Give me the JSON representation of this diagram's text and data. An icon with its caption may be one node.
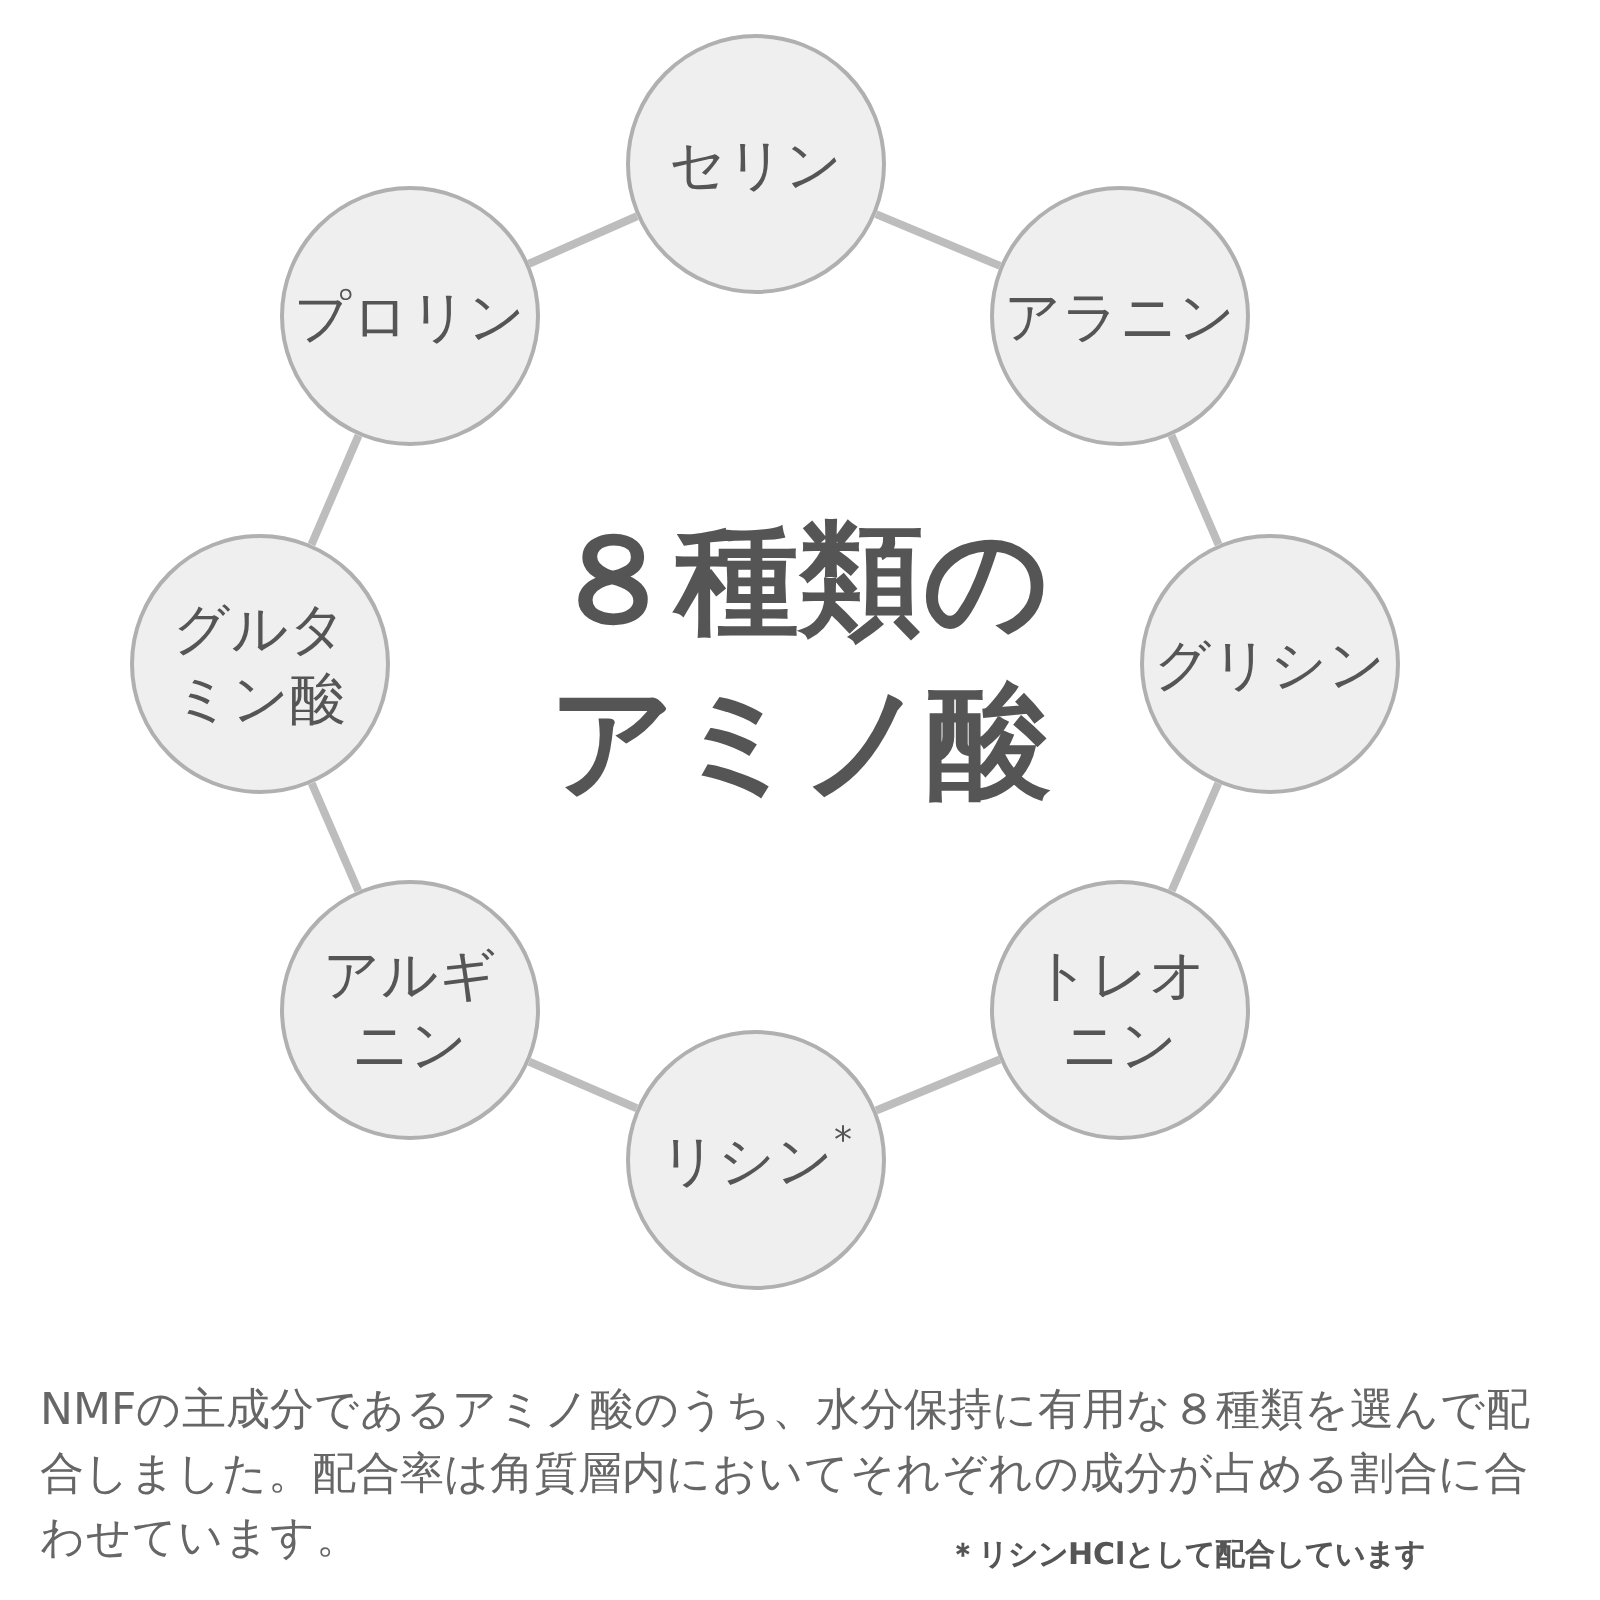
{
  "diagram": {
    "title": "８種類のアミノ酸",
    "nodes": [
      {
        "text": [
          "セリン"
        ]
      },
      {
        "text": [
          "アラニン"
        ]
      },
      {
        "text": [
          "グリシン"
        ]
      },
      {
        "text": [
          "トレオニン"
        ]
      },
      {
        "text": [
          "リシン$^{*}$"
        ]
      },
      {
        "text": [
          "アルギニン"
        ]
      },
      {
        "text": [
          "グルタミン酸"
        ]
      },
      {
        "text": [
          "プロリン"
        ]
      }
    ],
    "edges": [
      {
        "from": 0,
        "to": 1,
        "arrow": "none"
      },
      {
        "from": 1,
        "to": 2,
        "arrow": "none"
      },
      {
        "from": 2,
        "to": 3,
        "arrow": "none"
      },
      {
        "from": 3,
        "to": 4,
        "arrow": "none"
      },
      {
        "from": 4,
        "to": 5,
        "arrow": "none"
      },
      {
        "from": 5,
        "to": 6,
        "arrow": "none"
      },
      {
        "from": 6,
        "to": 7,
        "arrow": "none"
      },
      {
        "from": 7,
        "to": 0,
        "arrow": "none"
      }
    ],
    "labels": [
      "NMFの主成分であるアミノ酸のうち、水分保持に有用な８種類を選んで配合しました。配合率は角質層内においてそれぞれの成分が占める割合に合わせています。",
      "＊リシンHClとして配合しています"
    ]
  }
}
